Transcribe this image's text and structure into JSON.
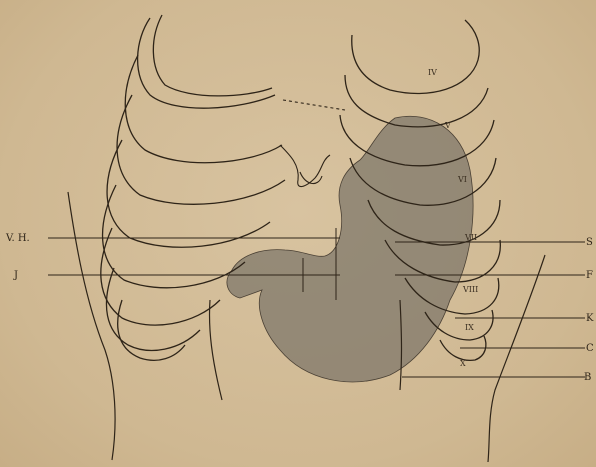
{
  "figure": {
    "left_labels": {
      "vh": "V. H.",
      "j": "J"
    },
    "right_labels": {
      "s": "S",
      "f": "F",
      "k": "K",
      "c": "C",
      "b": "B"
    },
    "rib_numerals": [
      "IV",
      "V",
      "VI",
      "VII",
      "VIII",
      "IX",
      "X"
    ]
  },
  "colors": {
    "paper": "#d3bd98",
    "ink": "#2e2418",
    "shading": "#7c7468"
  }
}
